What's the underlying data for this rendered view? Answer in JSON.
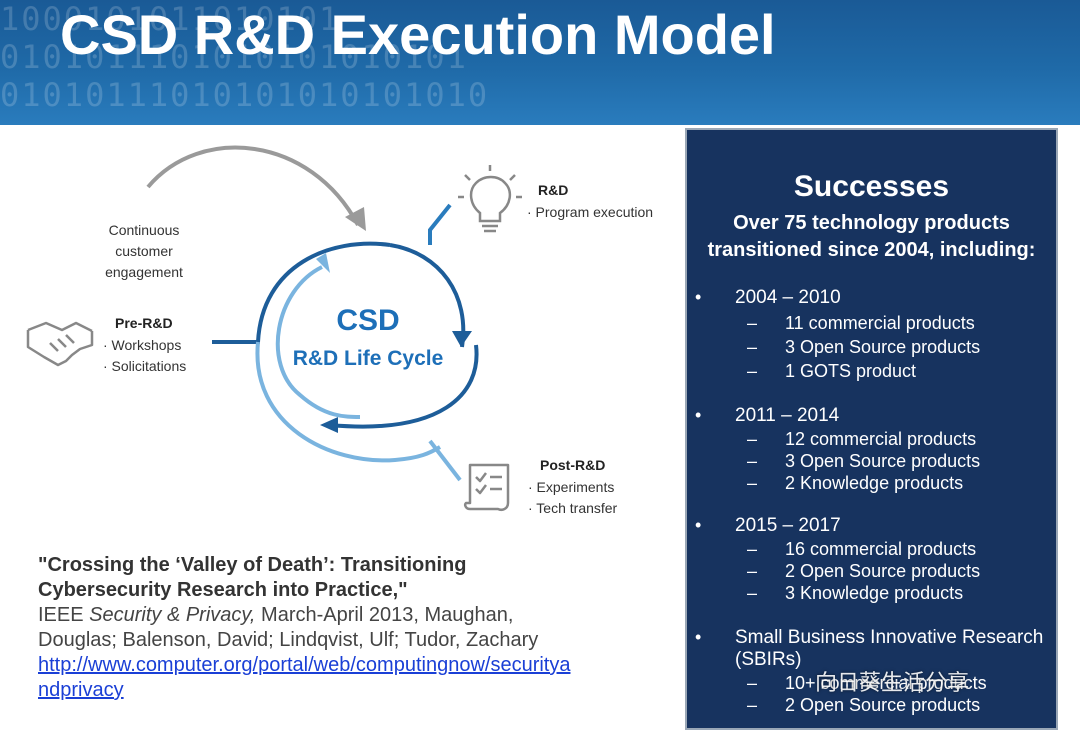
{
  "header": {
    "title": "CSD R&D Execution Model",
    "background_binary": "1000101011010101\n0101011101010101010101\n01010111010101010101010"
  },
  "diagram": {
    "center_title": "CSD",
    "center_subtitle": "R&D Life Cycle",
    "continuous": [
      "Continuous",
      "customer",
      "engagement"
    ],
    "pre_rd": {
      "title": "Pre-R&D",
      "items": [
        "· Workshops",
        "· Solicitations"
      ]
    },
    "rd": {
      "title": "R&D",
      "items": [
        "· Program execution"
      ]
    },
    "post_rd": {
      "title": "Post-R&D",
      "items": [
        "· Experiments",
        "· Tech transfer"
      ]
    },
    "icons": [
      "handshake-icon",
      "lightbulb-icon",
      "document-checklist-icon"
    ],
    "colors": {
      "dark_blue": "#1d5d99",
      "light_blue": "#7ab4df",
      "gray_arrow": "#9a9a9a",
      "label_blue": "#1d6fb8"
    }
  },
  "citation": {
    "title_line1": "\"Crossing the ‘Valley of Death’: Transitioning",
    "title_line2": "Cybersecurity Research into Practice,\"",
    "journal_prefix": "IEEE ",
    "journal_name": "Security & Privacy,",
    "details_line1": " March-April 2013, Maughan,",
    "details_line2": "Douglas; Balenson, David; Lindqvist, Ulf; Tudor, Zachary",
    "link_line1": "http://www.computer.org/portal/web/computingnow/securitya",
    "link_line2": "ndprivacy"
  },
  "successes": {
    "heading": "Successes",
    "subheading_line1": "Over 75 technology products",
    "subheading_line2": "transitioned since 2004, including:",
    "bullet": "•",
    "dash": "–",
    "groups": [
      {
        "label": "2004 – 2010",
        "items": [
          "11 commercial products",
          "3 Open Source products",
          "1 GOTS product"
        ]
      },
      {
        "label": "2011 – 2014",
        "items": [
          "12 commercial products",
          "3 Open Source products",
          "2 Knowledge products"
        ]
      },
      {
        "label": "2015 – 2017",
        "items": [
          "16 commercial products",
          "2 Open Source products",
          "3 Knowledge products"
        ]
      },
      {
        "label": "Small Business Innovative Research (SBIRs)",
        "items": [
          "10+ commercial products",
          "2 Open Source products"
        ]
      }
    ]
  },
  "watermark": "向日葵生活分享"
}
